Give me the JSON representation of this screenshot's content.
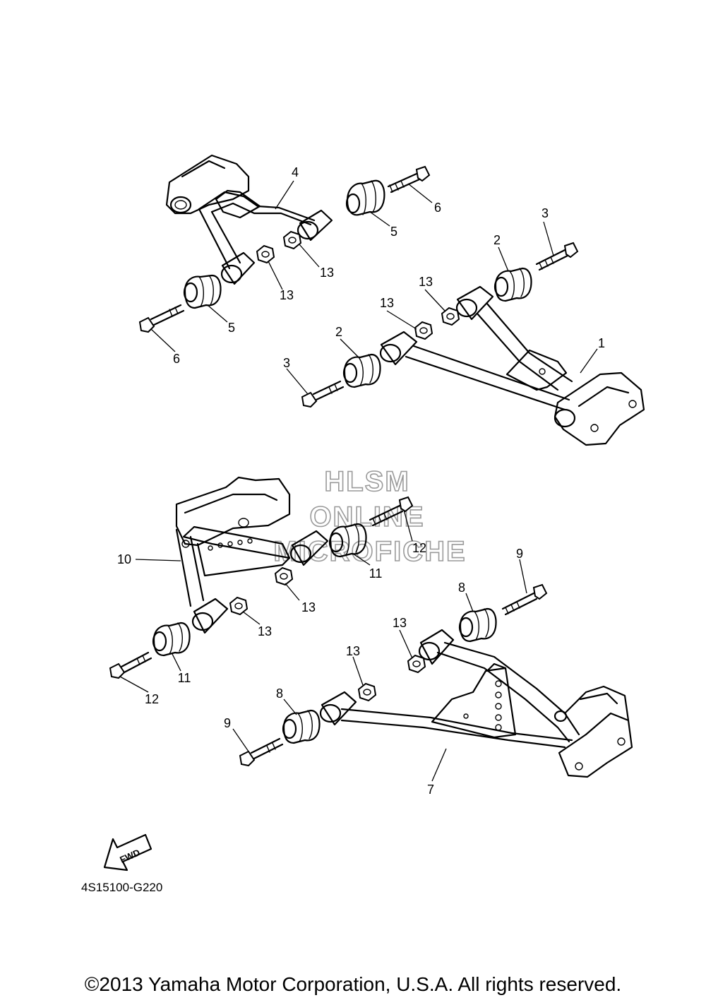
{
  "watermark": {
    "line1": "HLSM",
    "line2": "ONLINE",
    "line3": "MICROFICHE"
  },
  "diagram_code": "4S15100-G220",
  "fwd_label": "FWD",
  "copyright": "©2013 Yamaha Motor Corporation, U.S.A. All rights reserved.",
  "callouts": {
    "c1": "1",
    "c2a": "2",
    "c2b": "2",
    "c3a": "3",
    "c3b": "3",
    "c4": "4",
    "c5a": "5",
    "c5b": "5",
    "c6a": "6",
    "c6b": "6",
    "c7": "7",
    "c8a": "8",
    "c8b": "8",
    "c9a": "9",
    "c9b": "9",
    "c10": "10",
    "c11a": "11",
    "c11b": "11",
    "c12a": "12",
    "c12b": "12",
    "c13a": "13",
    "c13b": "13",
    "c13c": "13",
    "c13d": "13",
    "c13e": "13",
    "c13f": "13",
    "c13g": "13",
    "c13h": "13"
  }
}
